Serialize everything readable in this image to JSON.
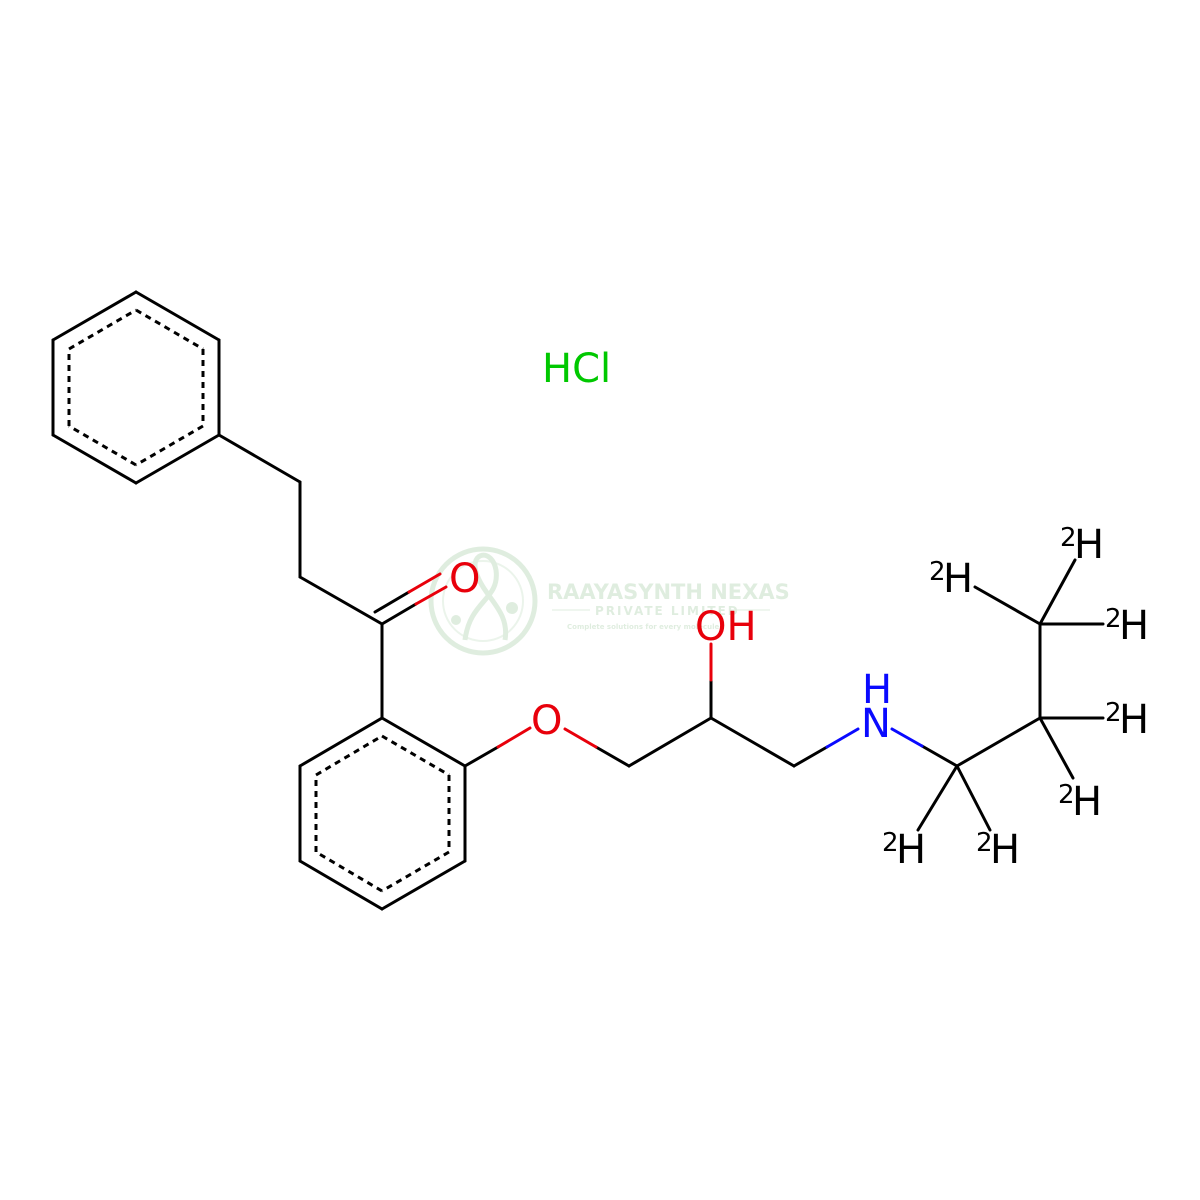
{
  "structure": {
    "salt_label": "HCl",
    "atom_labels": {
      "carbonyl_oxygen": "O",
      "ether_oxygen": "O",
      "hydroxyl": "OH",
      "amine_h": "H",
      "amine_n": "N",
      "isotope_mass": "2",
      "isotope_element": "H"
    },
    "colors": {
      "bond": "#000000",
      "oxygen": "#e8000b",
      "nitrogen": "#0a0aff",
      "chlorine_salt": "#00c800"
    }
  },
  "watermark": {
    "company": "RAAYASYNTH NEXAS",
    "subtitle": "PRIVATE LIMITED",
    "tagline": "Complete solutions for every molecule",
    "color": "#8fbf8f"
  }
}
